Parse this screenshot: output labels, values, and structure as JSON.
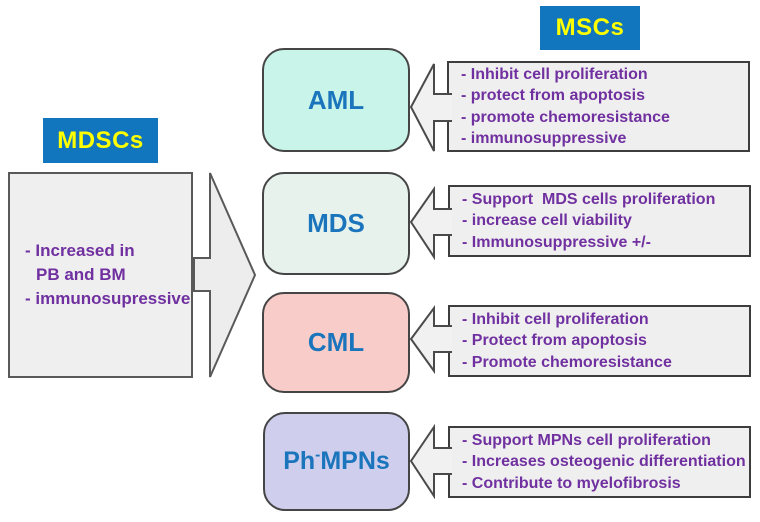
{
  "titles": {
    "mdscs": "MDSCs",
    "mscs": "MSCs"
  },
  "left_panel": {
    "lines": [
      "- Increased in",
      "PB and BM",
      "- immunosupressive"
    ]
  },
  "center_boxes": [
    {
      "label": "AML",
      "color": "#c9f4ea"
    },
    {
      "label": "MDS",
      "color": "#e7f2ec"
    },
    {
      "label": "CML",
      "color": "#f8cdc9"
    },
    {
      "label_pre": "Ph",
      "label_sup": "-",
      "label_post": "MPNs",
      "color": "#cfcfed"
    }
  ],
  "right_panels": [
    {
      "lines": [
        "- Inhibit cell proliferation",
        "- protect from apoptosis",
        "- promote chemoresistance",
        "- immunosuppressive"
      ]
    },
    {
      "lines": [
        "- Support  MDS cells proliferation",
        "- increase cell viability",
        "- Immunosuppressive +/-"
      ]
    },
    {
      "lines": [
        "- Inhibit cell proliferation",
        "- Protect from apoptosis",
        "- Promote chemoresistance"
      ]
    },
    {
      "lines": [
        "- Support MPNs cell proliferation",
        "- Increases osteogenic differentiation",
        "- Contribute to myelofibrosis"
      ]
    }
  ],
  "colors": {
    "title_bg": "#1176bd",
    "title_text": "#ffff00",
    "label_blue": "#1b75bc",
    "text_purple": "#7030a0",
    "panel_gray": "#efefef",
    "panel_border": "#3d3d3d",
    "arrow_fill": "#f1f1f1",
    "arrow_stroke": "#4a4a4a",
    "big_arrow_fill": "#ededed"
  }
}
